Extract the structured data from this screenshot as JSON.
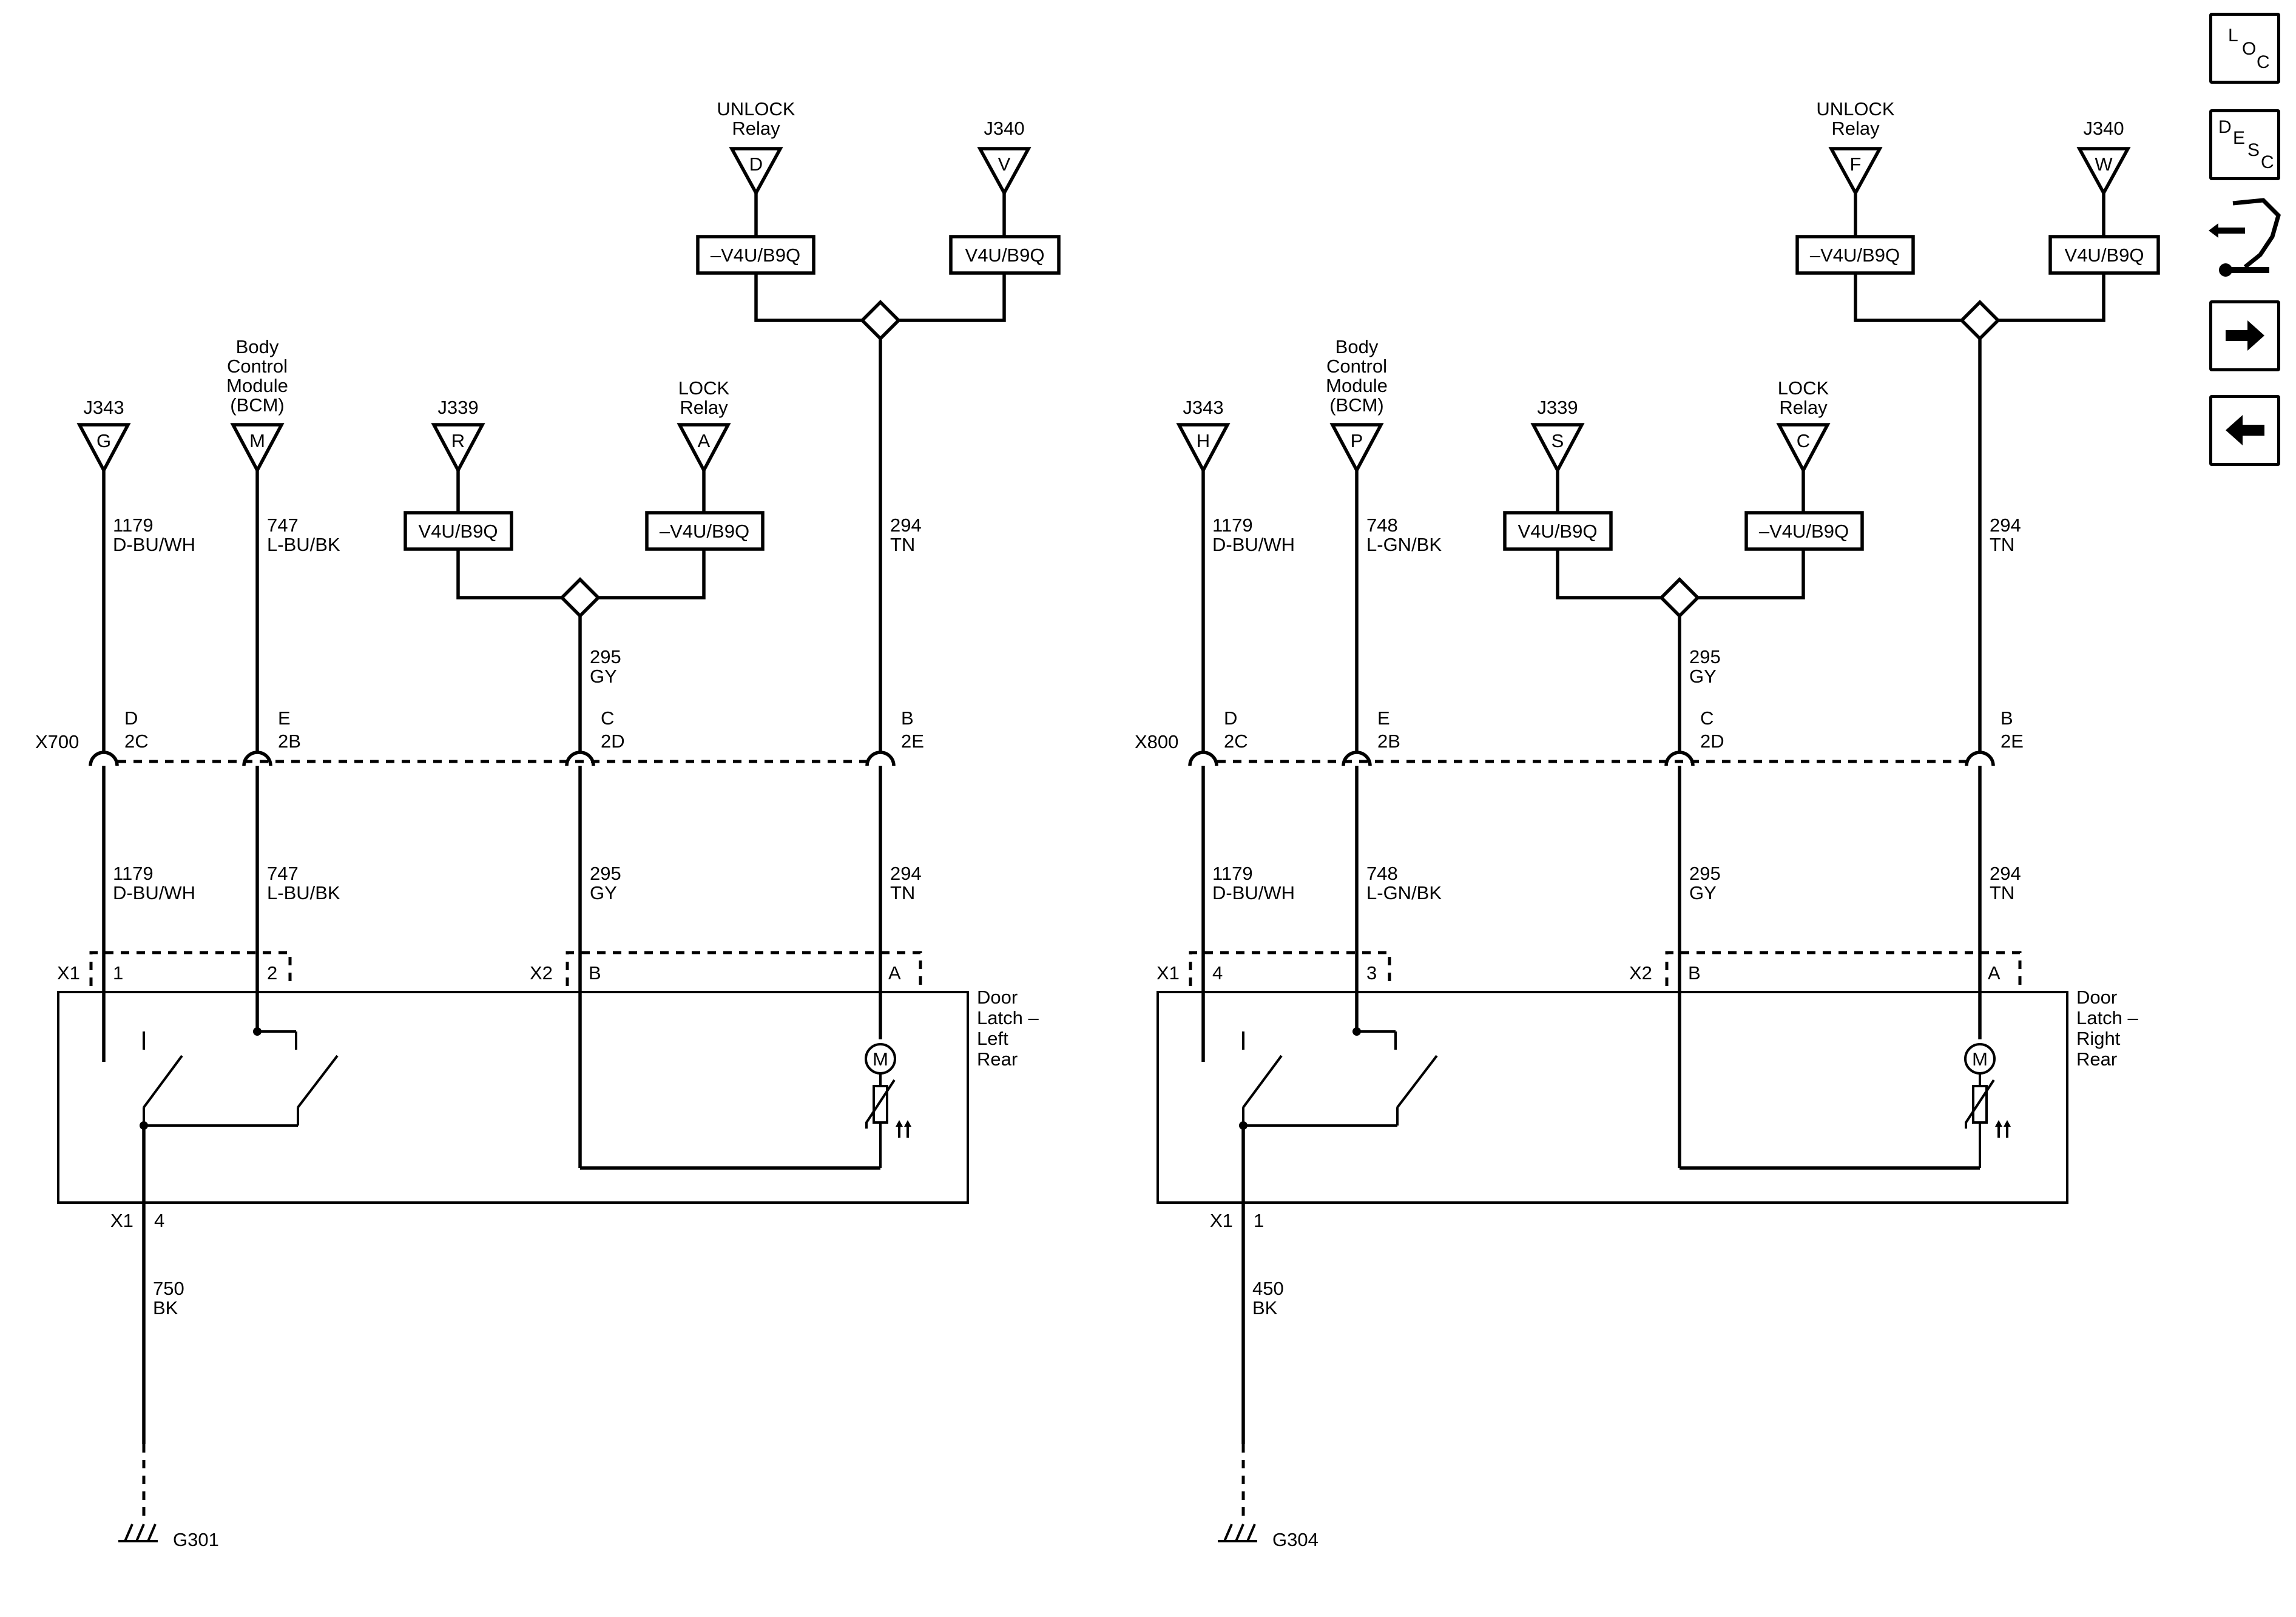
{
  "toolbar": {
    "loc_button": [
      "L",
      "O",
      "C"
    ],
    "desc_button": [
      "D",
      "E",
      "S",
      "C"
    ],
    "icons": [
      "schematic-connector-icon",
      "next-arrow-icon",
      "previous-arrow-icon"
    ]
  },
  "left": {
    "unlock_relay": {
      "label1": "UNLOCK",
      "label2": "Relay",
      "pin": "D"
    },
    "j340": {
      "label": "J340",
      "pin": "V"
    },
    "unlock_opt_left": "–V4U/B9Q",
    "unlock_opt_right": "V4U/B9Q",
    "j343": {
      "label": "J343",
      "pin": "G"
    },
    "bcm": {
      "l1": "Body",
      "l2": "Control",
      "l3": "Module",
      "l4": "(BCM)",
      "pin": "M"
    },
    "j339": {
      "label": "J339",
      "pin": "R"
    },
    "lock_relay": {
      "label1": "LOCK",
      "label2": "Relay",
      "pin": "A"
    },
    "lock_opt_left": "V4U/B9Q",
    "lock_opt_right": "–V4U/B9Q",
    "w1_top": {
      "num": "1179",
      "color": "D-BU/WH"
    },
    "w2_top": {
      "num": "747",
      "color": "L-BU/BK"
    },
    "w3_mid": {
      "num": "295",
      "color": "GY"
    },
    "w4_top": {
      "num": "294",
      "color": "TN"
    },
    "connector": "X700",
    "pins": [
      {
        "a": "D",
        "b": "2C"
      },
      {
        "a": "E",
        "b": "2B"
      },
      {
        "a": "C",
        "b": "2D"
      },
      {
        "a": "B",
        "b": "2E"
      }
    ],
    "w1_bot": {
      "num": "1179",
      "color": "D-BU/WH"
    },
    "w2_bot": {
      "num": "747",
      "color": "L-BU/BK"
    },
    "w3_bot": {
      "num": "295",
      "color": "GY"
    },
    "w4_bot": {
      "num": "294",
      "color": "TN"
    },
    "x1": "X1",
    "x1_p1": "1",
    "x1_p2": "2",
    "x2": "X2",
    "x2_pb": "B",
    "x2_pa": "A",
    "component": [
      "Door",
      "Latch –",
      "Left",
      "Rear"
    ],
    "motor": "M",
    "x1_bottom": "X1",
    "x1_bottom_pin": "4",
    "ground_wire": {
      "num": "750",
      "color": "BK"
    },
    "ground": "G301"
  },
  "right": {
    "unlock_relay": {
      "label1": "UNLOCK",
      "label2": "Relay",
      "pin": "F"
    },
    "j340": {
      "label": "J340",
      "pin": "W"
    },
    "unlock_opt_left": "–V4U/B9Q",
    "unlock_opt_right": "V4U/B9Q",
    "j343": {
      "label": "J343",
      "pin": "H"
    },
    "bcm": {
      "l1": "Body",
      "l2": "Control",
      "l3": "Module",
      "l4": "(BCM)",
      "pin": "P"
    },
    "j339": {
      "label": "J339",
      "pin": "S"
    },
    "lock_relay": {
      "label1": "LOCK",
      "label2": "Relay",
      "pin": "C"
    },
    "lock_opt_left": "V4U/B9Q",
    "lock_opt_right": "–V4U/B9Q",
    "w1_top": {
      "num": "1179",
      "color": "D-BU/WH"
    },
    "w2_top": {
      "num": "748",
      "color": "L-GN/BK"
    },
    "w3_mid": {
      "num": "295",
      "color": "GY"
    },
    "w4_top": {
      "num": "294",
      "color": "TN"
    },
    "connector": "X800",
    "pins": [
      {
        "a": "D",
        "b": "2C"
      },
      {
        "a": "E",
        "b": "2B"
      },
      {
        "a": "C",
        "b": "2D"
      },
      {
        "a": "B",
        "b": "2E"
      }
    ],
    "w1_bot": {
      "num": "1179",
      "color": "D-BU/WH"
    },
    "w2_bot": {
      "num": "748",
      "color": "L-GN/BK"
    },
    "w3_bot": {
      "num": "295",
      "color": "GY"
    },
    "w4_bot": {
      "num": "294",
      "color": "TN"
    },
    "x1": "X1",
    "x1_p1": "4",
    "x1_p2": "3",
    "x2": "X2",
    "x2_pb": "B",
    "x2_pa": "A",
    "component": [
      "Door",
      "Latch –",
      "Right",
      "Rear"
    ],
    "motor": "M",
    "x1_bottom": "X1",
    "x1_bottom_pin": "1",
    "ground_wire": {
      "num": "450",
      "color": "BK"
    },
    "ground": "G304"
  }
}
